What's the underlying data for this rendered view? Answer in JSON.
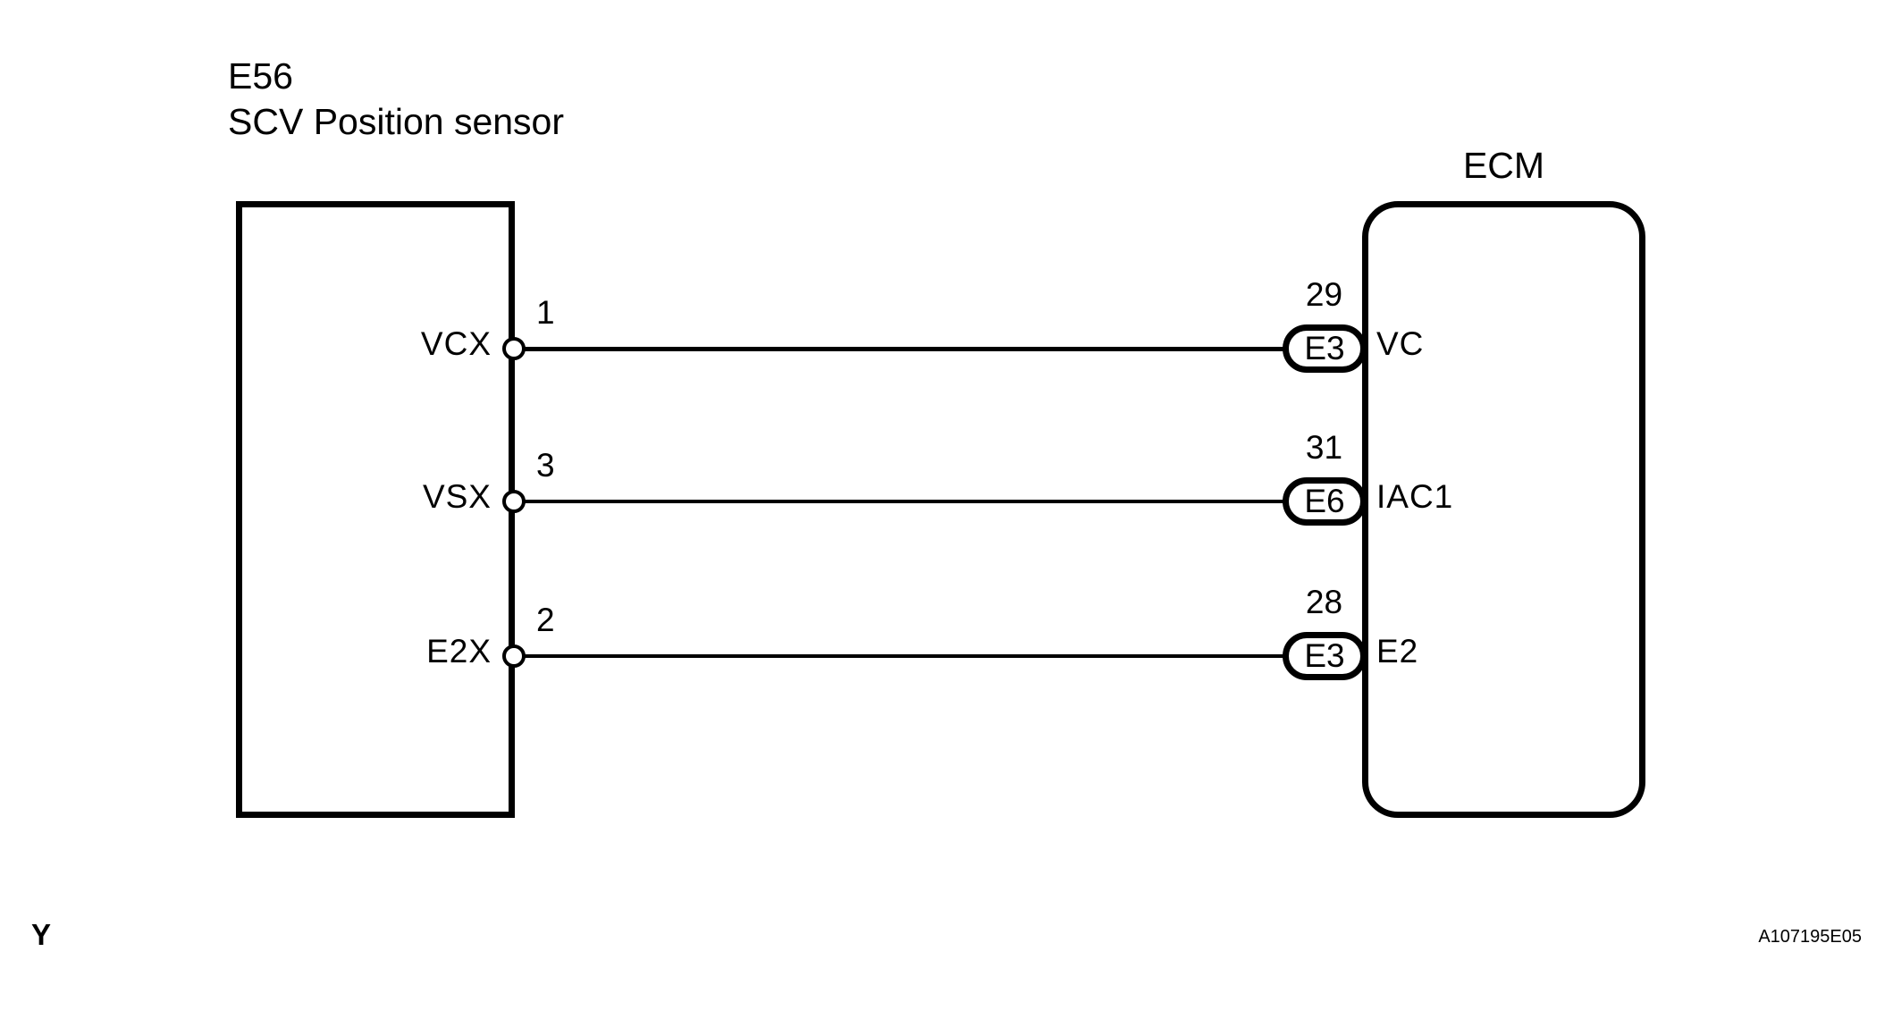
{
  "colors": {
    "line": "#000000",
    "background": "#ffffff"
  },
  "title": {
    "connector_code": "E56",
    "component_name": "SCV Position sensor"
  },
  "ecm": {
    "label": "ECM"
  },
  "wires": [
    {
      "sensor_signal": "VCX",
      "sensor_pin": "1",
      "ecm_pin": "29",
      "ecm_connector": "E3",
      "ecm_signal": "VC"
    },
    {
      "sensor_signal": "VSX",
      "sensor_pin": "3",
      "ecm_pin": "31",
      "ecm_connector": "E6",
      "ecm_signal": "IAC1"
    },
    {
      "sensor_signal": "E2X",
      "sensor_pin": "2",
      "ecm_pin": "28",
      "ecm_connector": "E3",
      "ecm_signal": "E2"
    }
  ],
  "footer": {
    "page_marker": "Y",
    "figure_code": "A107195E05"
  }
}
